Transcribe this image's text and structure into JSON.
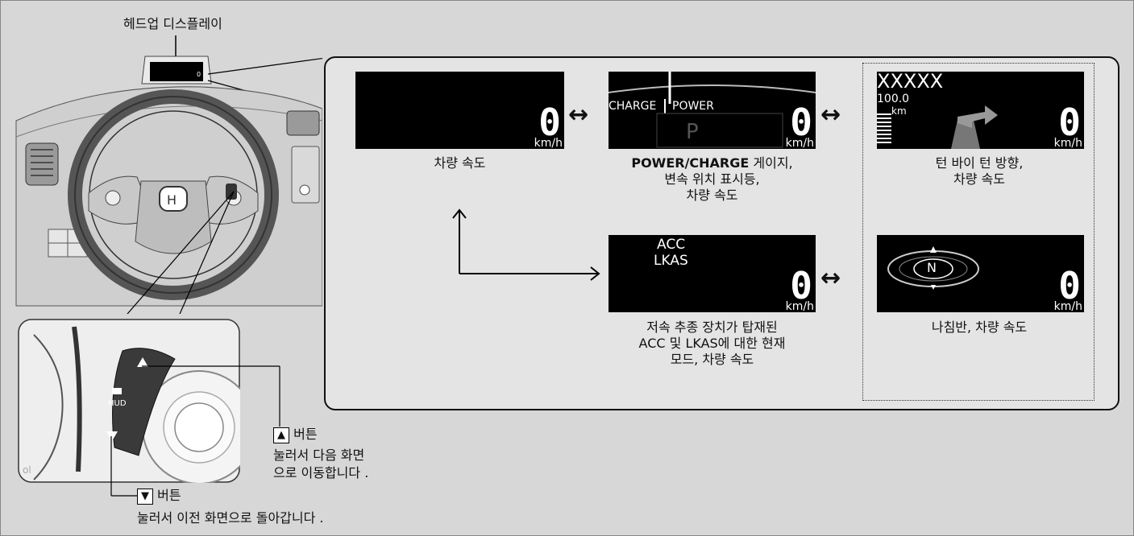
{
  "labels": {
    "hud_title": "헤드업 디스플레이",
    "up_button": "버튼",
    "up_symbol": "▲",
    "up_desc_line1": "눌러서 다음 화면",
    "up_desc_line2": "으로 이동합니다 .",
    "down_button": "버튼",
    "down_symbol": "▼",
    "down_desc": "눌러서 이전 화면으로 돌아갑니다 ."
  },
  "illustration": {
    "switch_label": "HUD"
  },
  "screens": {
    "speed": {
      "speed": "0",
      "unit": "km/h",
      "caption": "차량 속도"
    },
    "power": {
      "charge_label": "CHARGE",
      "power_label": "POWER",
      "gear": "P",
      "speed": "0",
      "unit": "km/h",
      "caption_bold": "POWER/CHARGE",
      "caption_line1_rest": " 게이지,",
      "caption_line2": "변속 위치 표시등,",
      "caption_line3": "차량 속도"
    },
    "turn": {
      "street": "XXXXX",
      "distance": "100.0",
      "distance_unit": "km",
      "speed": "0",
      "unit": "km/h",
      "caption_line1": "턴 바이 턴 방향,",
      "caption_line2": "차량 속도"
    },
    "acc": {
      "line1": "ACC",
      "line2": "LKAS",
      "speed": "0",
      "unit": "km/h",
      "caption_line1": "저속 추종 장치가 탑재된",
      "caption_line2": "ACC 및 LKAS에 대한 현재",
      "caption_line3": "모드, 차량 속도"
    },
    "compass": {
      "heading": "N",
      "speed": "0",
      "unit": "km/h",
      "caption": "나침반, 차량 속도"
    }
  },
  "arrows": {
    "double_arrow": "↔"
  },
  "colors": {
    "screen_bg": "#000000",
    "panel_bg": "#e4e4e4",
    "page_bg": "#d7d7d7"
  }
}
